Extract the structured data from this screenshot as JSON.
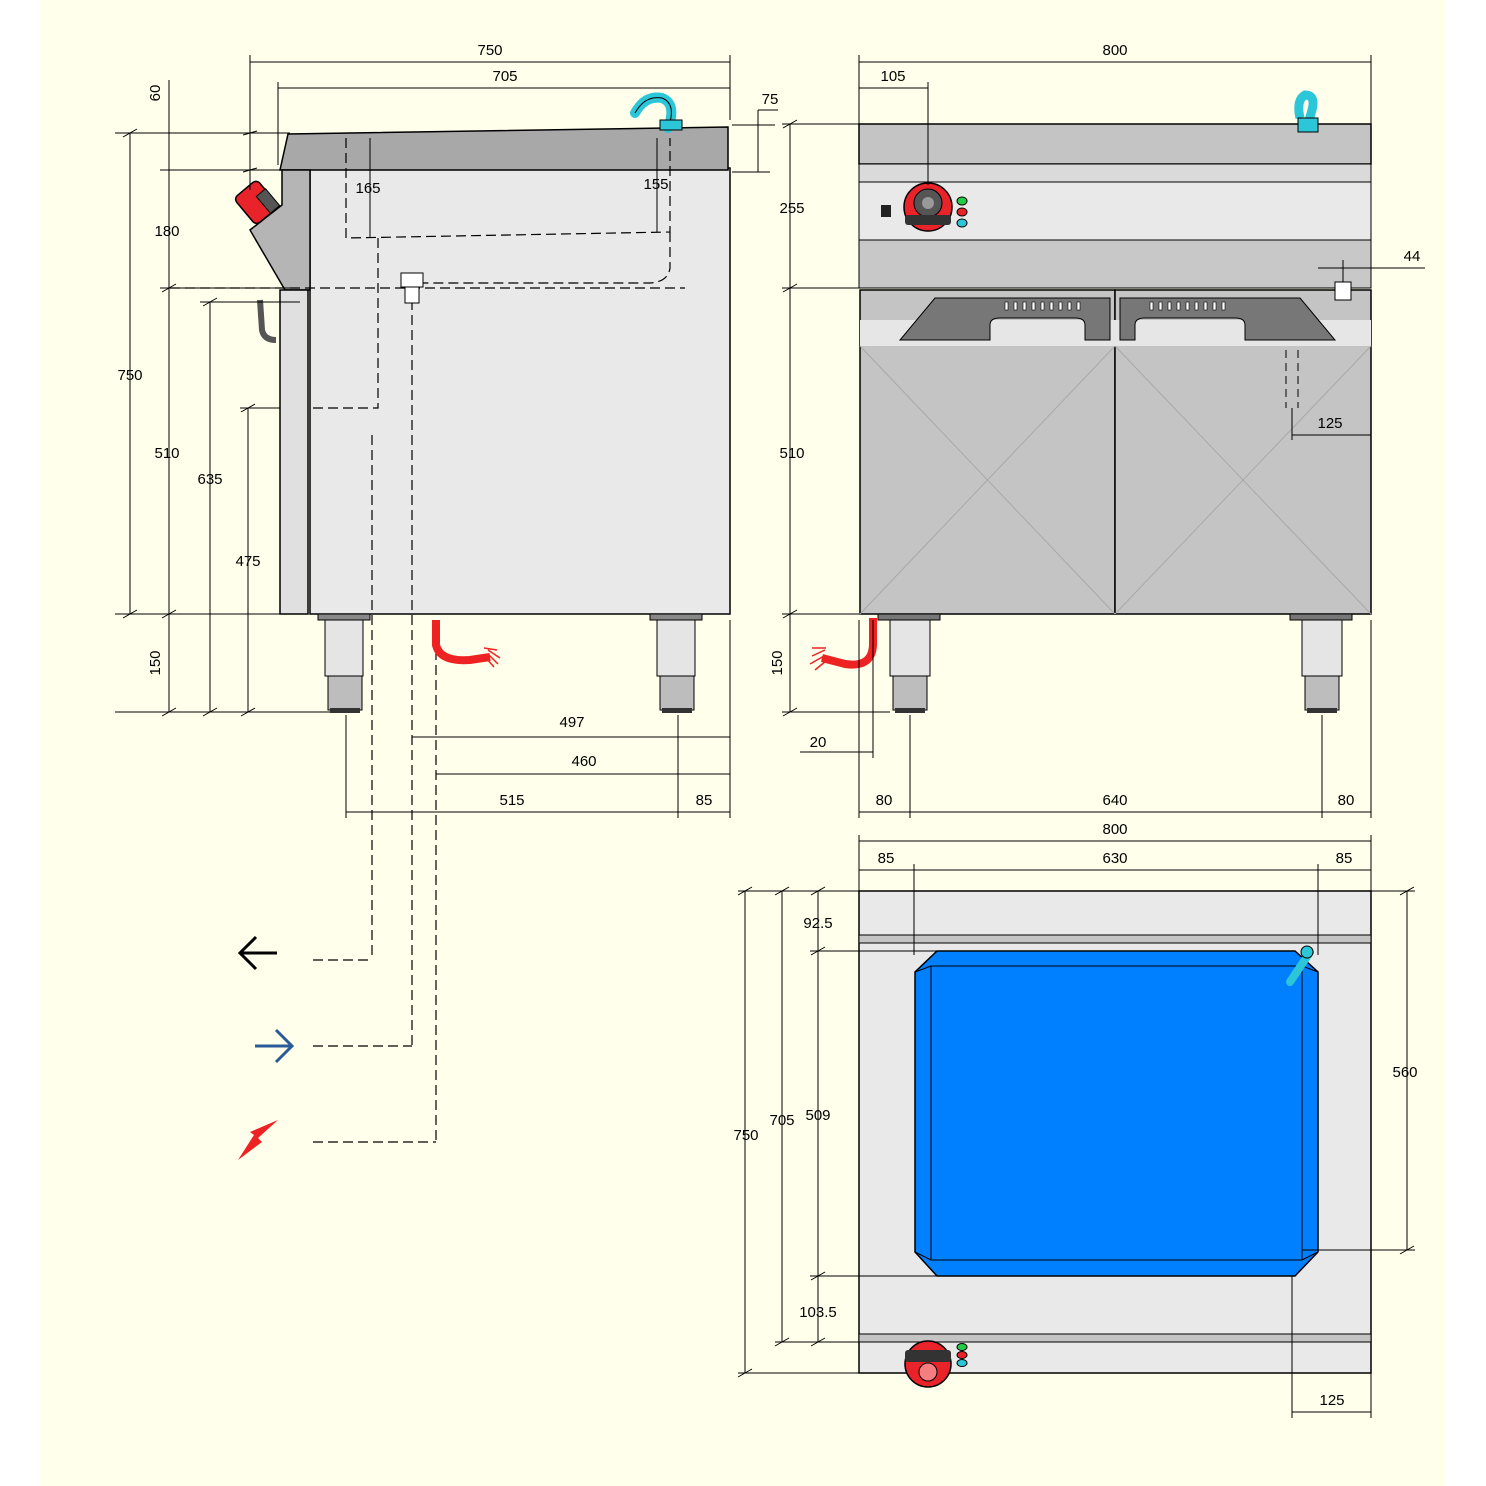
{
  "colors": {
    "background": "#FFFFEB",
    "body_light": "#E9E9E9",
    "body_mid": "#C4C4C4",
    "body_dark": "#8A8A8A",
    "knob_red": "#E8232A",
    "faucet_cyan": "#2CC6D9",
    "basin_blue": "#0080FF",
    "cable_red": "#EE2222",
    "inlet_arrow_blue": "#2A5A9A",
    "line": "#000000"
  },
  "icons": [
    "knob-icon",
    "faucet-icon",
    "power-cable-icon",
    "drain-arrow-icon",
    "water-inlet-arrow-icon",
    "electric-bolt-icon"
  ],
  "side_view": {
    "dims": {
      "total_depth": "750",
      "top_depth": "705",
      "rear_upstand": "75",
      "top_thickness": "60",
      "panel_height": "180",
      "total_height": "750",
      "body_height": "510",
      "drain_height": "635",
      "inlet_height": "475",
      "leg_height": "150",
      "basin_offset_front": "165",
      "basin_offset_rear": "155",
      "inlet_offset": "497",
      "cable_offset": "460",
      "feet_span": "515",
      "feet_rear": "85"
    }
  },
  "front_view": {
    "dims": {
      "width": "800",
      "knob_offset": "105",
      "top_height": "255",
      "door_height": "510",
      "leg_height": "150",
      "drain_offset": "44",
      "drain_right": "125",
      "cable_offset": "20",
      "foot_left": "80",
      "foot_span": "640",
      "foot_right": "80"
    }
  },
  "top_view": {
    "dims": {
      "width": "800",
      "margin_left": "85",
      "basin_width": "630",
      "margin_right": "85",
      "front_to_basin": "92.5",
      "depth": "750",
      "top_depth": "705",
      "basin_depth": "509",
      "basin_height_right": "560",
      "rear_margin": "103.5",
      "faucet_offset": "125"
    }
  }
}
